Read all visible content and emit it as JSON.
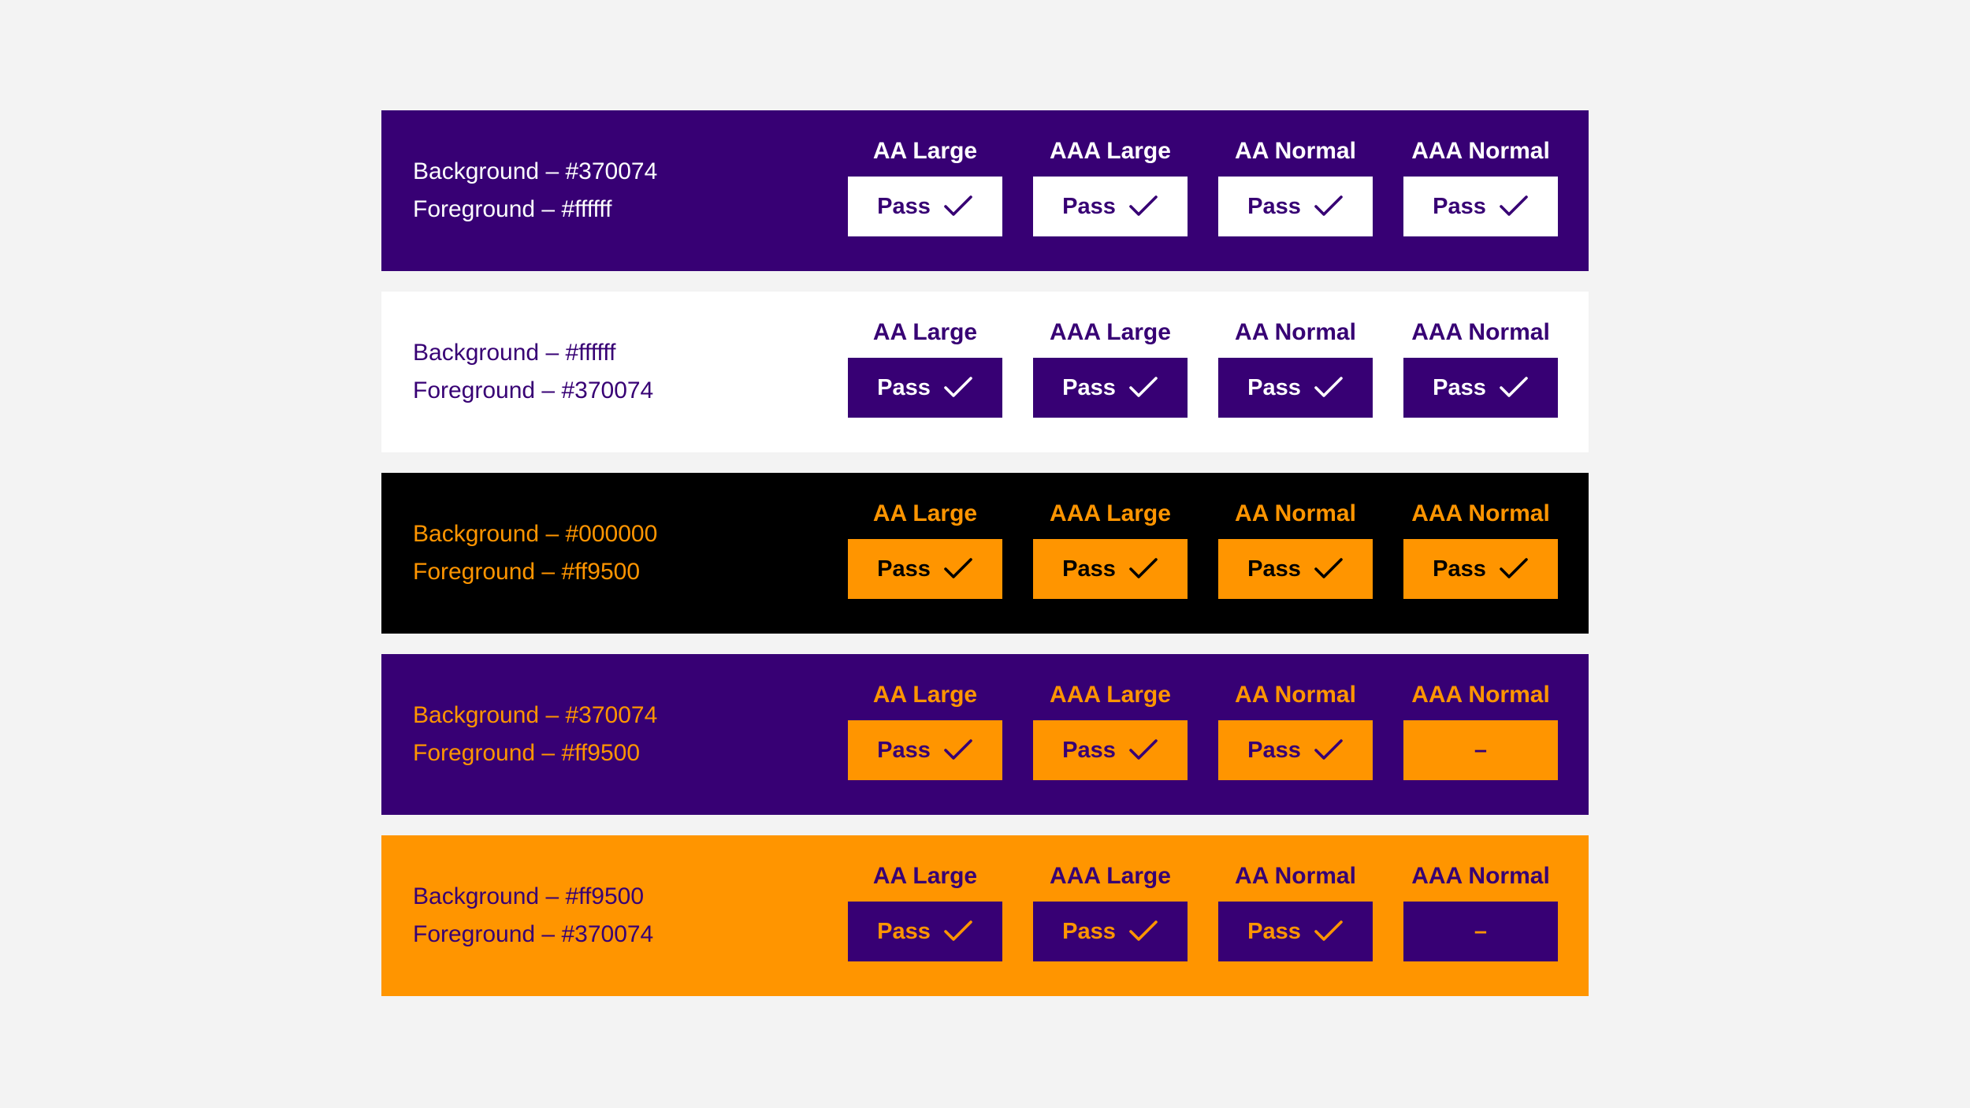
{
  "colors": {
    "page_background": "#f3f3f3",
    "purple": "#370074",
    "white": "#ffffff",
    "black": "#000000",
    "orange": "#ff9500"
  },
  "row_prefix": {
    "background": "Background – ",
    "foreground": "Foreground – "
  },
  "rows": [
    {
      "background": "#370074",
      "foreground": "#ffffff",
      "background_label": "Background – #370074",
      "foreground_label": "Foreground – #ffffff",
      "levels": [
        {
          "label": "AA Large",
          "result": "Pass",
          "icon": "check-icon"
        },
        {
          "label": "AAA Large",
          "result": "Pass",
          "icon": "check-icon"
        },
        {
          "label": "AA Normal",
          "result": "Pass",
          "icon": "check-icon"
        },
        {
          "label": "AAA Normal",
          "result": "Pass",
          "icon": "check-icon"
        }
      ]
    },
    {
      "background": "#ffffff",
      "foreground": "#370074",
      "background_label": "Background – #ffffff",
      "foreground_label": "Foreground – #370074",
      "levels": [
        {
          "label": "AA Large",
          "result": "Pass",
          "icon": "check-icon"
        },
        {
          "label": "AAA Large",
          "result": "Pass",
          "icon": "check-icon"
        },
        {
          "label": "AA Normal",
          "result": "Pass",
          "icon": "check-icon"
        },
        {
          "label": "AAA Normal",
          "result": "Pass",
          "icon": "check-icon"
        }
      ]
    },
    {
      "background": "#000000",
      "foreground": "#ff9500",
      "background_label": "Background – #000000",
      "foreground_label": "Foreground – #ff9500",
      "levels": [
        {
          "label": "AA Large",
          "result": "Pass",
          "icon": "check-icon"
        },
        {
          "label": "AAA Large",
          "result": "Pass",
          "icon": "check-icon"
        },
        {
          "label": "AA Normal",
          "result": "Pass",
          "icon": "check-icon"
        },
        {
          "label": "AAA Normal",
          "result": "Pass",
          "icon": "check-icon"
        }
      ]
    },
    {
      "background": "#370074",
      "foreground": "#ff9500",
      "background_label": "Background – #370074",
      "foreground_label": "Foreground – #ff9500",
      "levels": [
        {
          "label": "AA Large",
          "result": "Pass",
          "icon": "check-icon"
        },
        {
          "label": "AAA Large",
          "result": "Pass",
          "icon": "check-icon"
        },
        {
          "label": "AA Normal",
          "result": "Pass",
          "icon": "check-icon"
        },
        {
          "label": "AAA Normal",
          "result": "–",
          "icon": ""
        }
      ]
    },
    {
      "background": "#ff9500",
      "foreground": "#370074",
      "background_label": "Background – #ff9500",
      "foreground_label": "Foreground – #370074",
      "levels": [
        {
          "label": "AA Large",
          "result": "Pass",
          "icon": "check-icon"
        },
        {
          "label": "AAA Large",
          "result": "Pass",
          "icon": "check-icon"
        },
        {
          "label": "AA Normal",
          "result": "Pass",
          "icon": "check-icon"
        },
        {
          "label": "AAA Normal",
          "result": "–",
          "icon": ""
        }
      ]
    }
  ]
}
